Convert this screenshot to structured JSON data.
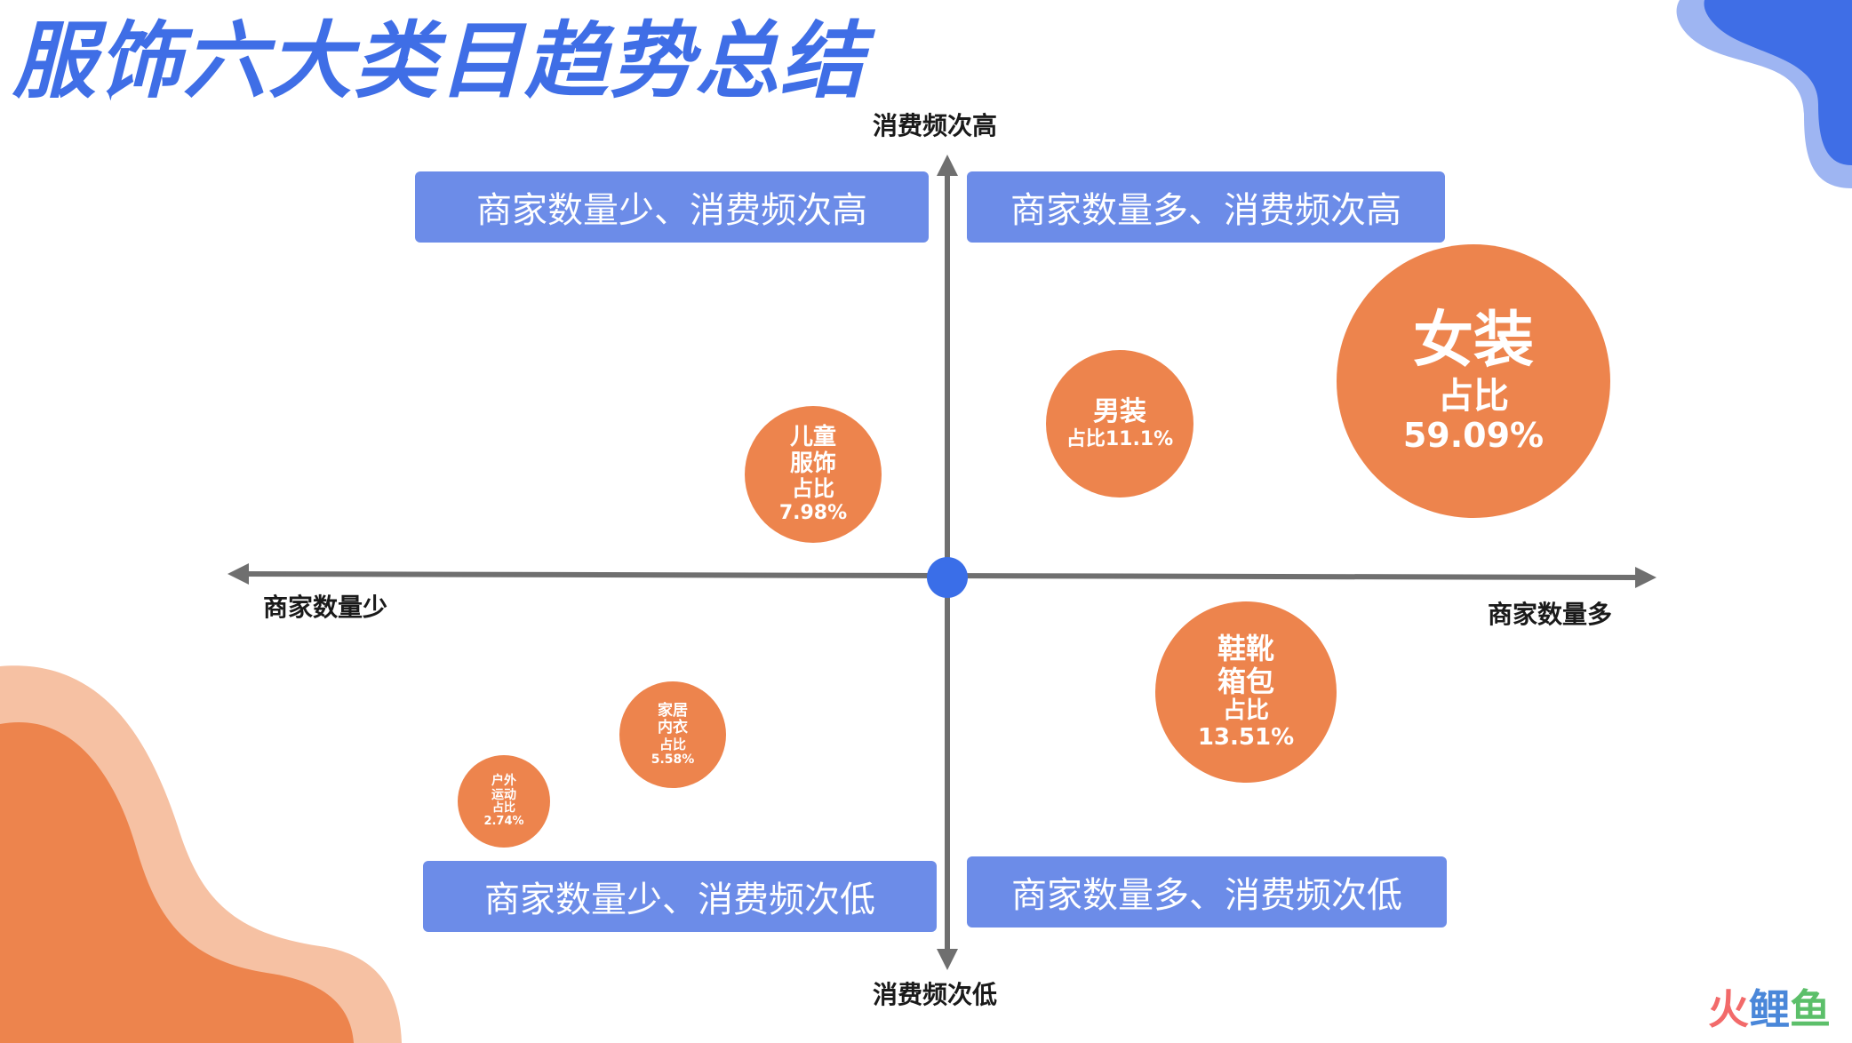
{
  "title": "服饰六大类目趋势总结",
  "axes": {
    "top": "消费频次高",
    "bottom": "消费频次低",
    "left": "商家数量少",
    "right": "商家数量多"
  },
  "quadrants": {
    "top_left": "商家数量少、消费频次高",
    "top_right": "商家数量多、消费频次高",
    "bottom_left": "商家数量少、消费频次低",
    "bottom_right": "商家数量多、消费频次低"
  },
  "bubbles": {
    "women": {
      "name": "女装",
      "label": "占比",
      "value": "59.09%"
    },
    "men": {
      "name": "男装",
      "value": "占比11.1%"
    },
    "kids": {
      "line1": "儿童",
      "line2": "服饰",
      "label": "占比",
      "value": "7.98%"
    },
    "shoes": {
      "line1": "鞋靴",
      "line2": "箱包",
      "label": "占比",
      "value": "13.51%"
    },
    "home": {
      "line1": "家居",
      "line2": "内衣",
      "label": "占比",
      "value": "5.58%"
    },
    "outdoor": {
      "line1": "户外",
      "line2": "运动",
      "label": "占比",
      "value": "2.74%"
    }
  },
  "colors": {
    "title": "#3f6ee6",
    "quadrant_box": "#6c8ce8",
    "bubble": "#ed844d",
    "axis": "#6f6f6f",
    "origin": "#3a6ee8"
  },
  "watermark": {
    "part1": "火",
    "part2": "鲤",
    "part3": "鱼"
  }
}
